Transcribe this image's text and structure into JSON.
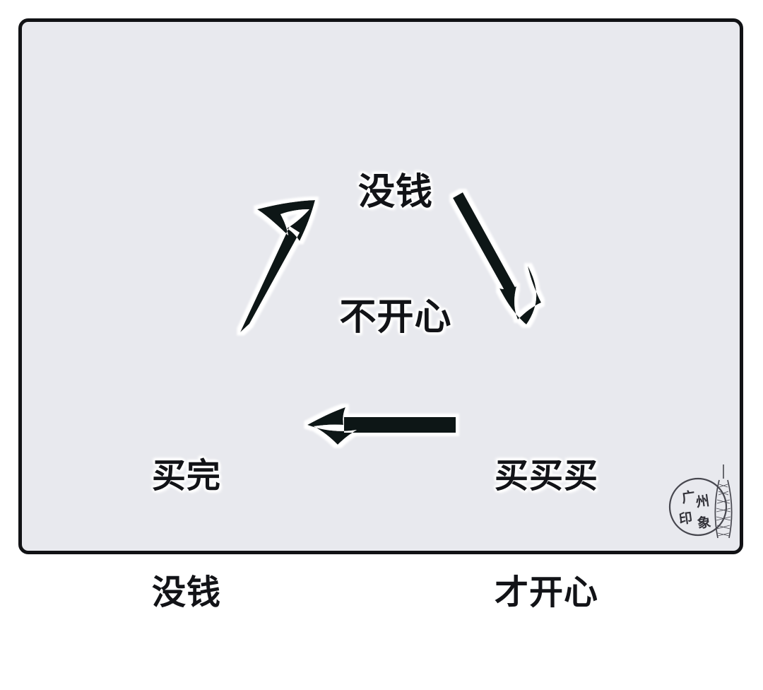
{
  "diagram": {
    "title_visible": false,
    "background_color": "#e8e9ee",
    "frame_color": "#111215",
    "ink_color": "#121317",
    "halo_color": "#ffffff",
    "type": "cycle-diagram",
    "nodes": [
      {
        "id": "no-money",
        "position": "top",
        "lines": [
          "没钱",
          "不开心"
        ],
        "line1": "没钱",
        "line2": "不开心"
      },
      {
        "id": "buy-buy-buy",
        "position": "bottom-right",
        "lines": [
          "买买买",
          "才开心"
        ],
        "line1": "买买买",
        "line2": "才开心"
      },
      {
        "id": "bought-out-of-money",
        "position": "bottom-left",
        "lines": [
          "买完",
          "没钱"
        ],
        "line1": "买完",
        "line2": "没钱"
      }
    ],
    "arrows": [
      {
        "id": "arrow-top-to-right",
        "from": "no-money",
        "to": "buy-buy-buy",
        "direction": "down-right"
      },
      {
        "id": "arrow-right-to-left",
        "from": "buy-buy-buy",
        "to": "bought-out-of-money",
        "direction": "left"
      },
      {
        "id": "arrow-left-to-top",
        "from": "bought-out-of-money",
        "to": "no-money",
        "direction": "up-right"
      }
    ]
  },
  "watermark": {
    "id": "guangzhou-impression-stamp",
    "line1": "广州",
    "line2": "印象",
    "char1": "广",
    "char2": "州",
    "char3": "印",
    "char4": "象",
    "icon": "canton-tower-icon"
  }
}
